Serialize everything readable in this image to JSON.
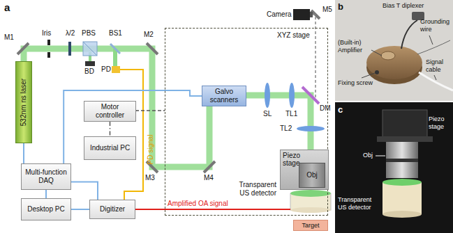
{
  "diagram": {
    "nodes": [
      {
        "text": [
          "532nm ns laser"
        ]
      },
      {
        "text": [
          "Motor controller"
        ]
      },
      {
        "text": [
          "Industrial PC"
        ]
      },
      {
        "text": [
          "Multi-function DAQ"
        ]
      },
      {
        "text": [
          "Desktop PC"
        ]
      },
      {
        "text": [
          "Digitizer"
        ]
      },
      {
        "text": [
          "XYZ stage"
        ]
      },
      {
        "text": [
          "Galvo scanners"
        ],
        "in": 6
      },
      {
        "text": [
          "Piezo stage"
        ],
        "in": 6
      },
      {
        "text": [
          "Obj"
        ],
        "in": 8
      },
      {
        "text": [
          "Target"
        ]
      }
    ],
    "edges": [
      {
        "from": 0,
        "to": 3,
        "arrow": "none"
      },
      {
        "from": 3,
        "to": 7,
        "arrow": "none"
      },
      {
        "from": 3,
        "to": 4,
        "arrow": "none"
      },
      {
        "from": 3,
        "to": 5,
        "arrow": "none"
      },
      {
        "from": 4,
        "to": 5,
        "arrow": "none"
      },
      {
        "from": 1,
        "to": 2,
        "arrow": "none"
      },
      {
        "from": 1,
        "to": 6,
        "arrow": "none"
      }
    ],
    "labels": [
      "a",
      "M1",
      "Iris",
      "λ/2",
      "PBS",
      "BD",
      "BS1",
      "PD",
      "M2",
      "M3",
      "M4",
      "SL",
      "TL1",
      "DM",
      "TL2",
      "Camera",
      "M5",
      "PD signal",
      "Amplified OA signal",
      "Transparent US detector",
      "b",
      "Bias T diplexer",
      "Grounding wire",
      "(Built-in) Amplifier",
      "Fixing screw",
      "Signal cable",
      "c",
      "Piezo stage",
      "Obj",
      "Transparent US detector"
    ]
  }
}
